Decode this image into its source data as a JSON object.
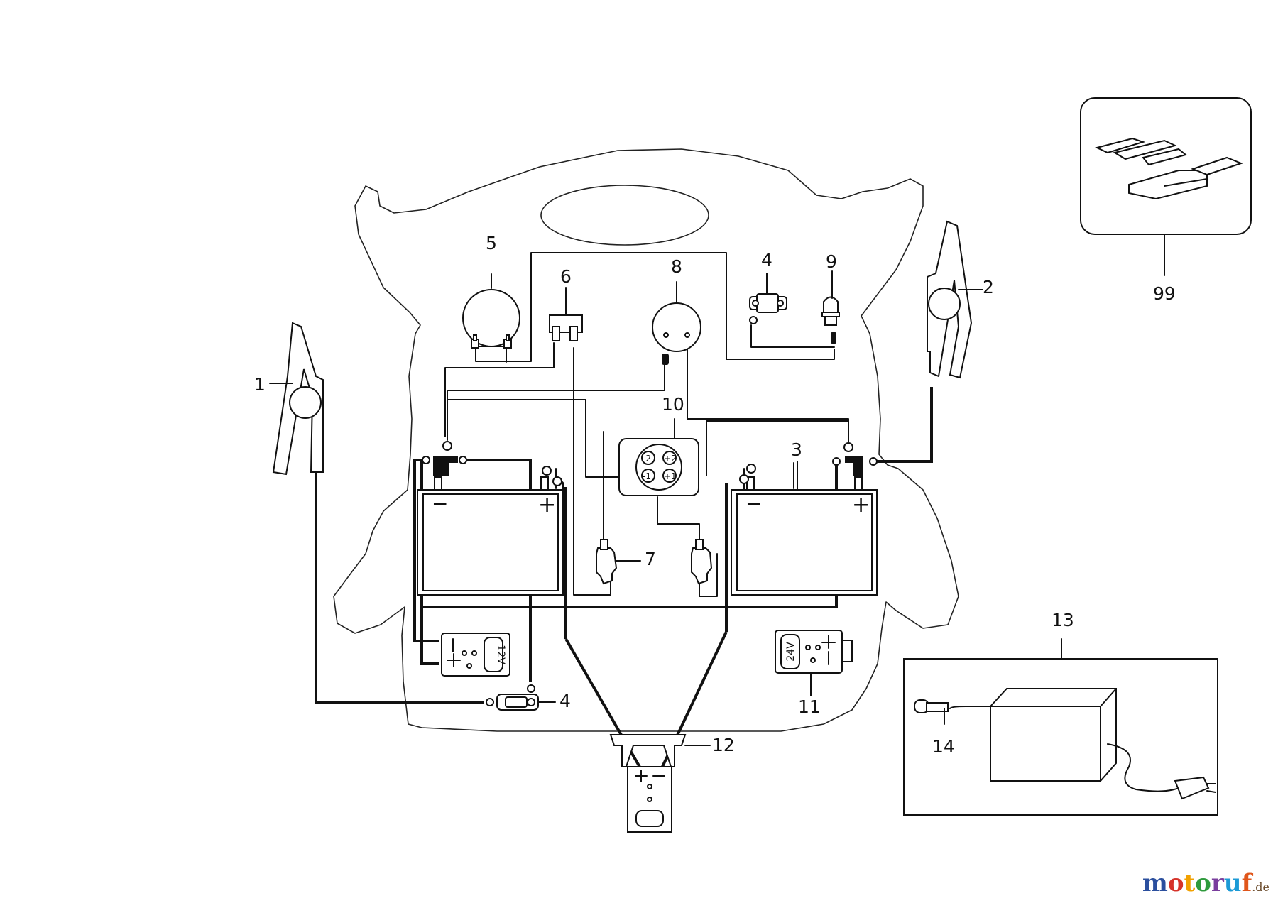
{
  "labels": {
    "p1": "1",
    "p2": "2",
    "p3": "3",
    "p4a": "4",
    "p4b": "4",
    "p5": "5",
    "p6": "6",
    "p7": "7",
    "p8": "8",
    "p9": "9",
    "p10": "10",
    "p11": "11",
    "p12": "12",
    "p13": "13",
    "p14": "14",
    "p99": "99"
  },
  "battery": {
    "minus": "−",
    "plus": "+"
  },
  "modules": {
    "v12": "12V",
    "v24": "24V"
  },
  "socket": {
    "m2": "-2",
    "p2": "+2",
    "m1": "-1",
    "p1": "+1"
  },
  "brand": {
    "letters": [
      "m",
      "o",
      "t",
      "o",
      "r",
      "u",
      "f"
    ],
    "colors": [
      "#2b4f9e",
      "#d6332a",
      "#f2a100",
      "#2e9a3c",
      "#7a3e9d",
      "#1c9ad6",
      "#e0561b"
    ],
    "tld": ".de"
  }
}
